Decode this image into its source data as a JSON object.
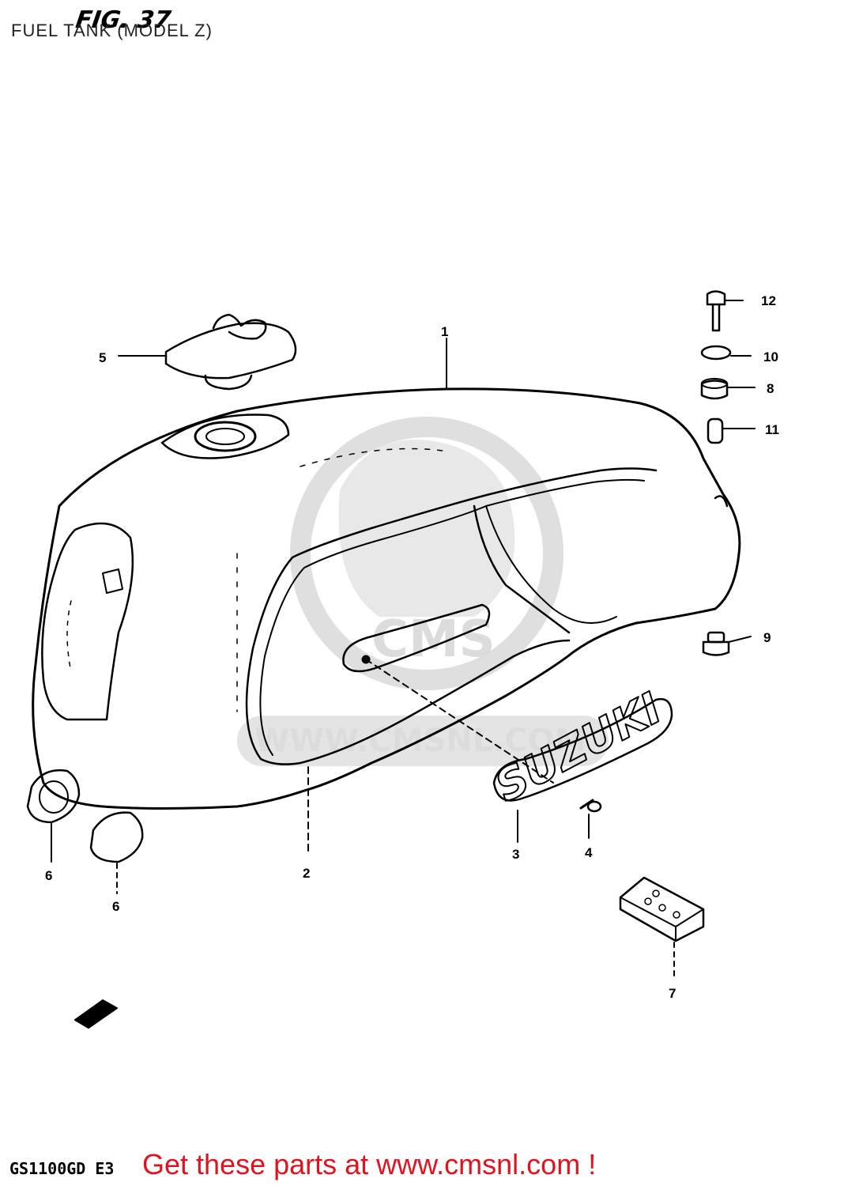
{
  "header": {
    "title": "FUEL TANK (MODEL Z)",
    "figure": "FIG. 37"
  },
  "footer": {
    "model_code": "GS1100GD E3",
    "promo": "Get these parts at www.cmsnl.com !"
  },
  "watermark": {
    "logo_text": "CMS",
    "url_text": "WWW.CMSNL.COM"
  },
  "emblem_text": "SUZUKI",
  "callouts": [
    "1",
    "2",
    "3",
    "4",
    "5",
    "6",
    "6",
    "7",
    "8",
    "9",
    "10",
    "11",
    "12"
  ],
  "colors": {
    "promo": "#e0141e",
    "line": "#000000",
    "watermark": "#d9d9d9"
  }
}
